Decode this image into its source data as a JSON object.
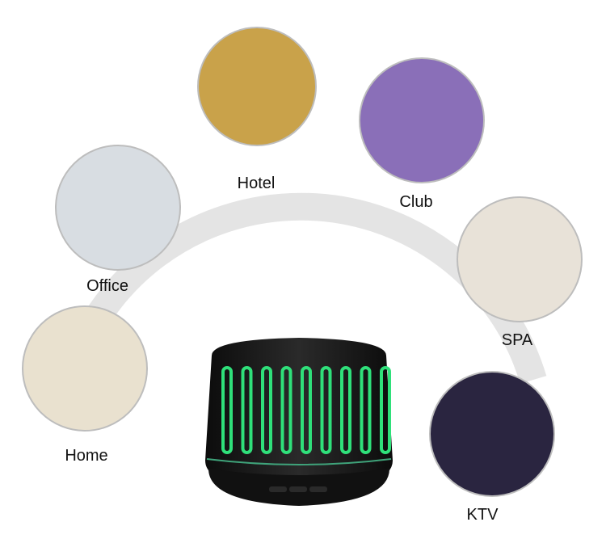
{
  "scenes": [
    {
      "label": "Hotel",
      "icon": "hotel-lobby-photo",
      "tint": "#c9a24a"
    },
    {
      "label": "Club",
      "icon": "yoga-club-photo",
      "tint": "#8a6fb8"
    },
    {
      "label": "Office",
      "icon": "office-photo",
      "tint": "#d8dde2"
    },
    {
      "label": "SPA",
      "icon": "spa-massage-photo",
      "tint": "#e8e2d8"
    },
    {
      "label": "Home",
      "icon": "living-room-photo",
      "tint": "#e9e1cf"
    },
    {
      "label": "KTV",
      "icon": "ktv-room-photo",
      "tint": "#2a2540"
    }
  ],
  "product": {
    "icon": "aroma-diffuser",
    "light_color": "#2fe07a",
    "body_color": "#1a1a1a"
  },
  "colors": {
    "arc": "#e4e4e4"
  }
}
